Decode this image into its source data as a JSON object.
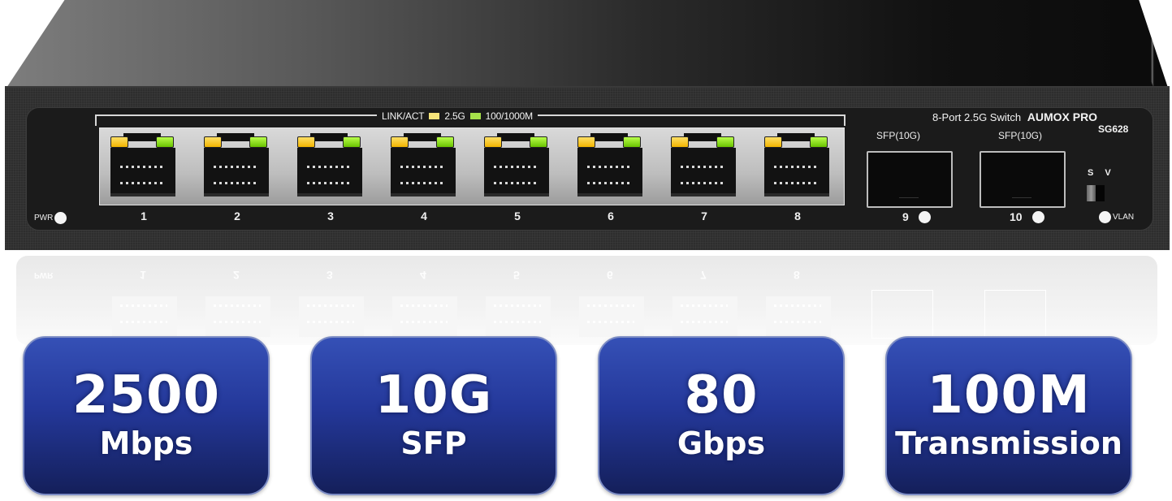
{
  "product": {
    "name_line": "8-Port 2.5G Switch",
    "brand": "AUMOX PRO",
    "model": "SG628"
  },
  "led_legend": {
    "label": "LINK/ACT",
    "items": [
      {
        "label": "2.5G",
        "color": "#f7e47a"
      },
      {
        "label": "100/1000M",
        "color": "#a6e14a"
      }
    ]
  },
  "power": {
    "label": "PWR"
  },
  "rj45_ports": [
    {
      "number": "1"
    },
    {
      "number": "2"
    },
    {
      "number": "3"
    },
    {
      "number": "4"
    },
    {
      "number": "5"
    },
    {
      "number": "6"
    },
    {
      "number": "7"
    },
    {
      "number": "8"
    }
  ],
  "sfp_ports": [
    {
      "label": "SFP(10G)",
      "number": "9"
    },
    {
      "label": "SFP(10G)",
      "number": "10"
    }
  ],
  "dip_switch": {
    "left_label": "S",
    "right_label": "V",
    "indicator_label": "VLAN"
  },
  "features": [
    {
      "value": "2500",
      "unit": "Mbps"
    },
    {
      "value": "10G",
      "unit": "SFP"
    },
    {
      "value": "80",
      "unit": "Gbps"
    },
    {
      "value": "100M",
      "unit": "Transmission"
    }
  ],
  "colors": {
    "badge_top": "#3550b6",
    "badge_bottom": "#141f5a",
    "led_yellow": "#f2b400",
    "led_green": "#69c300",
    "chassis": "#2e2e2e"
  }
}
